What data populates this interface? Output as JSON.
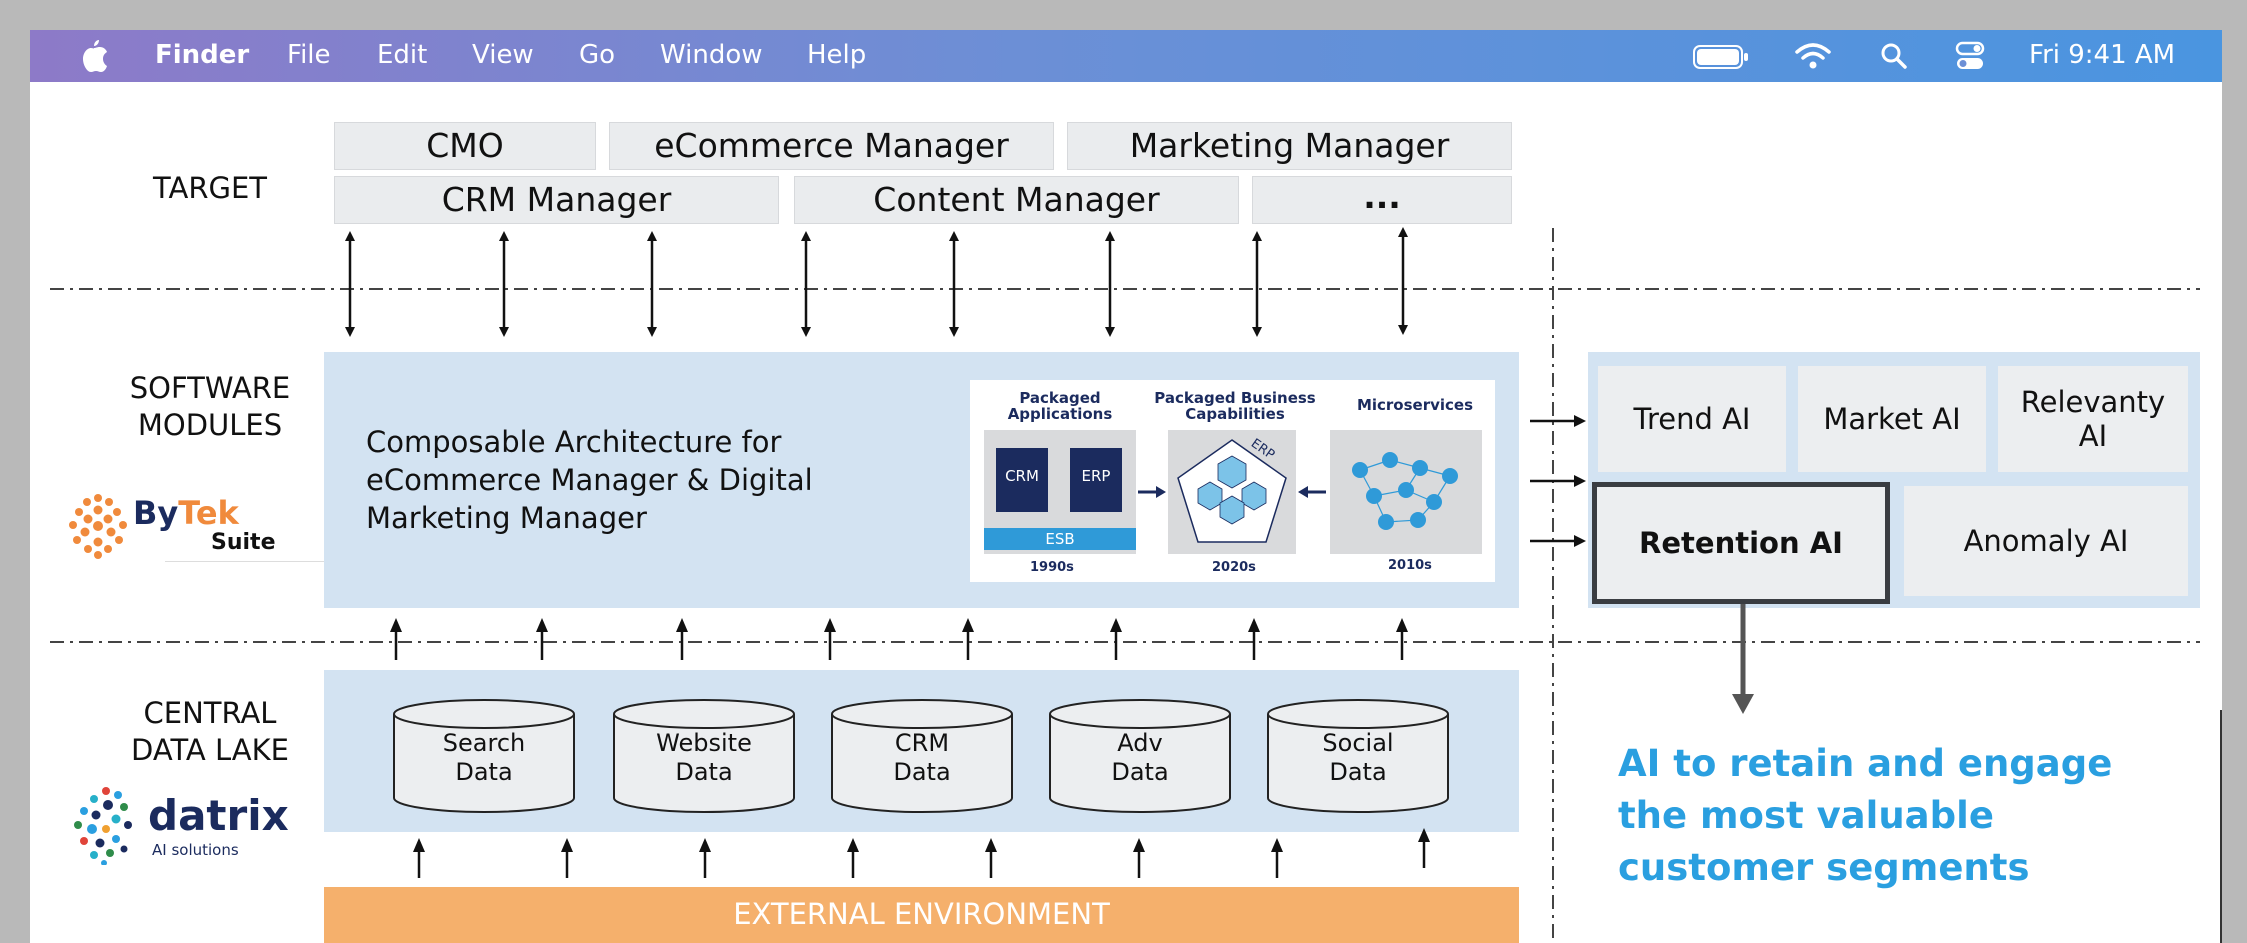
{
  "menubar": {
    "app_name": "Finder",
    "items": [
      "File",
      "Edit",
      "View",
      "Go",
      "Window",
      "Help"
    ],
    "clock": "Fri 9:41 AM",
    "icons": [
      "apple-icon",
      "battery-icon",
      "wifi-icon",
      "search-icon",
      "control-center-icon"
    ]
  },
  "diagram": {
    "layers": {
      "target": "TARGET",
      "software_line1": "SOFTWARE",
      "software_line2": "MODULES",
      "lake_line1": "CENTRAL",
      "lake_line2": "DATA LAKE"
    },
    "roles_row1": [
      "CMO",
      "eCommerce Manager",
      "Marketing Manager"
    ],
    "roles_row2": [
      "CRM Manager",
      "Content Manager",
      "..."
    ],
    "bytek": {
      "name_part1": "By",
      "name_part2": "Tek",
      "suite": "Suite"
    },
    "datrix": {
      "name": "datrix",
      "tagline": "AI solutions"
    },
    "architecture": {
      "line1": "Composable Architecture for",
      "line2": "eCommerce Manager & Digital",
      "line3": "Marketing Manager"
    },
    "evolution": {
      "col1_title_line1": "Packaged",
      "col1_title_line2": "Applications",
      "col2_title_line1": "Packaged Business",
      "col2_title_line2": "Capabilities",
      "col3_title": "Microservices",
      "crm": "CRM",
      "erp": "ERP",
      "esb": "ESB",
      "erp_small": "ERP",
      "year1": "1990s",
      "year2": "2020s",
      "year3": "2010s"
    },
    "modules": {
      "trend": "Trend AI",
      "market": "Market AI",
      "relevanty_line1": "Relevanty",
      "relevanty_line2": "AI",
      "retention": "Retention AI",
      "anomaly": "Anomaly AI"
    },
    "data_sources": [
      {
        "line1": "Search",
        "line2": "Data"
      },
      {
        "line1": "Website",
        "line2": "Data"
      },
      {
        "line1": "CRM",
        "line2": "Data"
      },
      {
        "line1": "Adv",
        "line2": "Data"
      },
      {
        "line1": "Social",
        "line2": "Data"
      }
    ],
    "external": "EXTERNAL ENVIRONMENT",
    "callout": {
      "line1": "AI to retain and engage",
      "line2": "the most valuable",
      "line3": "customer segments"
    }
  },
  "colors": {
    "panel_blue": "#d3e3f2",
    "external_orange": "#f5b06c",
    "callout_blue": "#2a9fe0",
    "esb_blue": "#2f9ad8",
    "chip_navy": "#1b2b5e"
  }
}
